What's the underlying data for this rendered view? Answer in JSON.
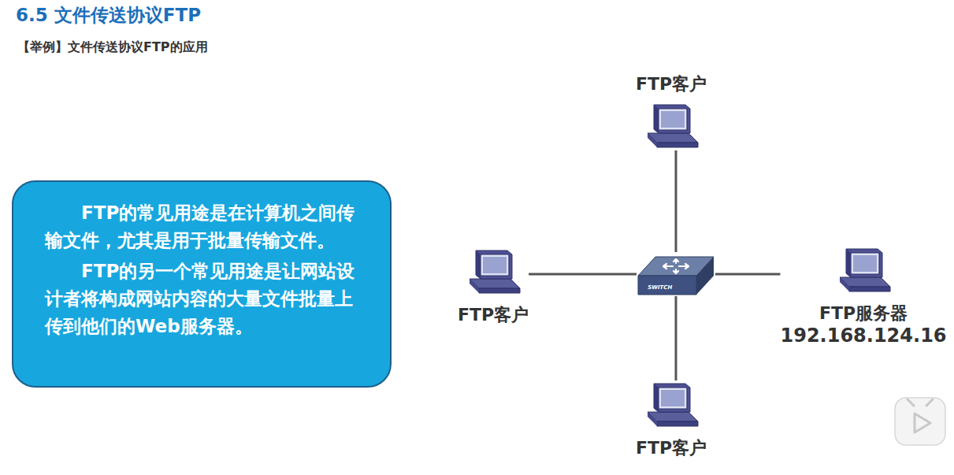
{
  "diagram": {
    "title": "6.5 文件传送协议FTP",
    "nodes": [
      {
        "text": [
          "FTP的常见用途是在计算机之间传输文件，尤其是用于批量传输文件。",
          "FTP的另一个常见用途是让网站设计者将构成网站内容的大量文件批量上传到他们的Web服务器。"
        ]
      },
      {
        "text": [
          "FTP客户"
        ]
      },
      {
        "text": [
          "FTP客户"
        ]
      },
      {
        "text": [
          "SWITCH"
        ]
      },
      {
        "text": [
          "FTP服务器",
          "192.168.124.16"
        ]
      },
      {
        "text": [
          "FTP客户"
        ]
      }
    ],
    "edges": [
      {
        "from": 1,
        "to": 3,
        "arrow": "none"
      },
      {
        "from": 2,
        "to": 3,
        "arrow": "none"
      },
      {
        "from": 3,
        "to": 4,
        "arrow": "none"
      },
      {
        "from": 3,
        "to": 5,
        "arrow": "none"
      }
    ],
    "labels": [
      "【举例】文件传送协议FTP的应用"
    ]
  }
}
